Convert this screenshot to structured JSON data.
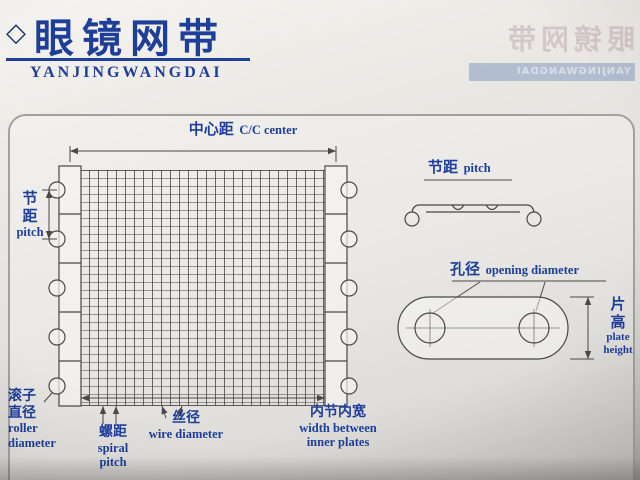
{
  "header": {
    "bullet": "◇",
    "title_cn": "眼镜网带",
    "title_latin": "YANJINGWANGDAI"
  },
  "bleed": {
    "title_cn": "眼镜网带",
    "banner": "YANJINGWANGDAI"
  },
  "diagram": {
    "center_distance_cn": "中心距",
    "center_distance_en": "C/C center",
    "pitch_cn_1": "节",
    "pitch_cn_2": "距",
    "pitch_en": "pitch",
    "roller_cn_1": "滚子",
    "roller_cn_2": "直径",
    "roller_en_1": "roller",
    "roller_en_2": "diameter",
    "spiral_cn": "螺距",
    "spiral_en_1": "spiral",
    "spiral_en_2": "pitch",
    "wire_cn": "丝径",
    "wire_en": "wire diameter",
    "inner_cn": "内节内宽",
    "inner_en_1": "width between",
    "inner_en_2": "inner plates",
    "section_pitch_cn": "节距",
    "section_pitch_en": "pitch",
    "opening_cn": "孔径",
    "opening_en": "opening diameter",
    "plate_cn_1": "片",
    "plate_cn_2": "高",
    "plate_en_1": "plate",
    "plate_en_2": "height"
  },
  "colors": {
    "accent_blue": "#1d3e99",
    "line_dark": "#4a4845",
    "paper": "#e3e1dd"
  }
}
